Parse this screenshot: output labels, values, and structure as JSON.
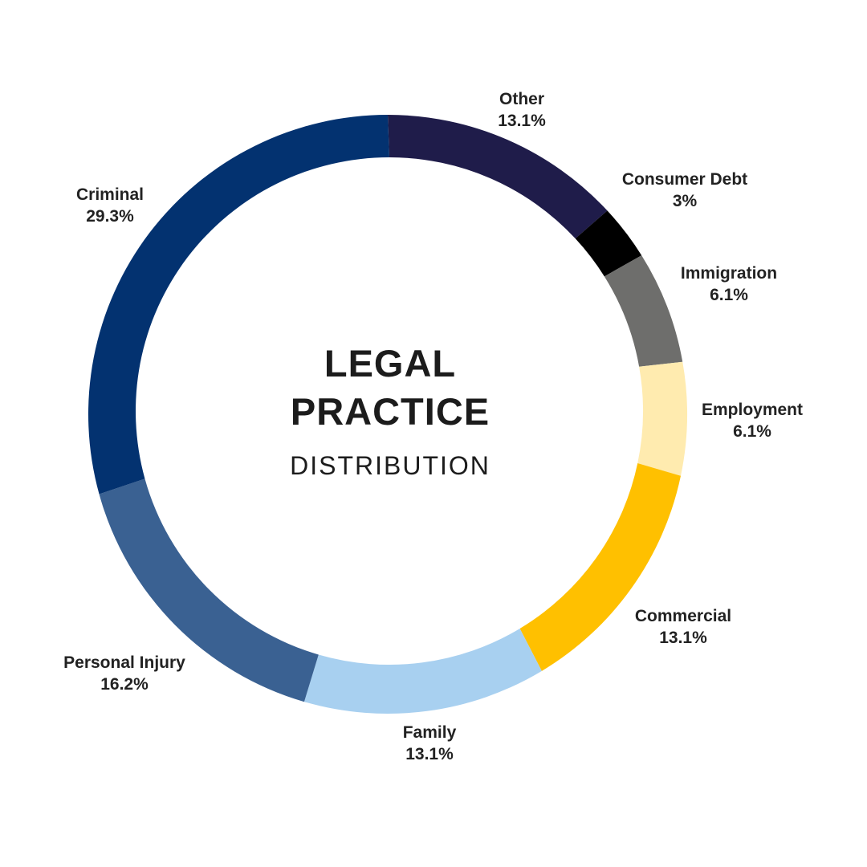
{
  "chart_data": {
    "type": "pie",
    "variant": "donut",
    "title": "LEGAL PRACTICE",
    "subtitle": "DISTRIBUTION",
    "start_angle_deg": 0,
    "direction": "clockwise",
    "categories": [
      "Other",
      "Consumer Debt",
      "Immigration",
      "Employment",
      "Commercial",
      "Family",
      "Personal Injury",
      "Criminal"
    ],
    "values": [
      13.1,
      3,
      6.1,
      6.1,
      13.1,
      13.1,
      16.2,
      29.3
    ],
    "value_labels": [
      "13.1%",
      "3%",
      "6.1%",
      "6.1%",
      "13.1%",
      "13.1%",
      "16.2%",
      "29.3%"
    ],
    "colors": [
      "#1F1C4A",
      "#000000",
      "#6E6E6C",
      "#FFEBAF",
      "#FFC000",
      "#A8D0F0",
      "#3A6192",
      "#033270"
    ],
    "legend": "none (direct labels)"
  },
  "center": {
    "line1": "LEGAL",
    "line2": "PRACTICE",
    "line3": "DISTRIBUTION"
  },
  "labels": [
    {
      "name": "Other",
      "pct": "13.1%"
    },
    {
      "name": "Consumer Debt",
      "pct": "3%"
    },
    {
      "name": "Immigration",
      "pct": "6.1%"
    },
    {
      "name": "Employment",
      "pct": "6.1%"
    },
    {
      "name": "Commercial",
      "pct": "13.1%"
    },
    {
      "name": "Family",
      "pct": "13.1%"
    },
    {
      "name": "Personal Injury",
      "pct": "16.2%"
    },
    {
      "name": "Criminal",
      "pct": "29.3%"
    }
  ]
}
